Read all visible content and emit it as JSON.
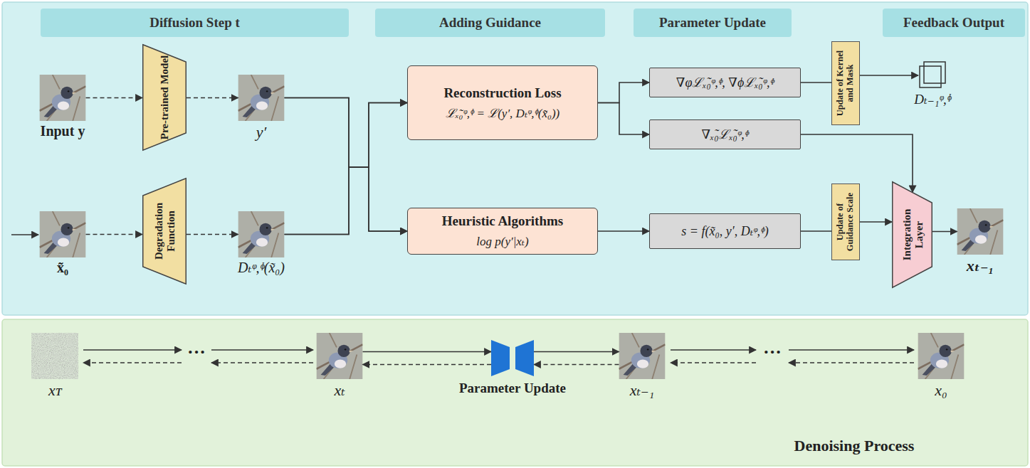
{
  "diagram": {
    "nodes": [
      {
        "text": [
          "Diffusion Step t"
        ]
      },
      {
        "text": [
          "Adding Guidance"
        ]
      },
      {
        "text": [
          "Parameter Update"
        ]
      },
      {
        "text": [
          "Feedback Output"
        ]
      },
      {
        "text": [
          "Input y"
        ]
      },
      {
        "text": [
          "Pre-trained Model"
        ]
      },
      {
        "text": [
          "y′"
        ]
      },
      {
        "text": [
          "Reconstruction Loss",
          "ℒₓ̃₀ᵠ,ᶲ = ℒ(y′, Dₜᵠ,ᶲ(x̃₀))"
        ]
      },
      {
        "text": [
          "∇φℒₓ̃₀ᵠ,ᶲ, ∇ϕℒₓ̃₀ᵠ,ᶲ"
        ]
      },
      {
        "text": [
          "Update of Kernel and Mask"
        ]
      },
      {
        "text": [
          "Dₜ₋₁ᵠ,ᶲ"
        ]
      },
      {
        "text": [
          "∇ₓ̃₀ℒₓ̃₀ᵠ,ᶲ"
        ]
      },
      {
        "text": [
          "x̃₀"
        ]
      },
      {
        "text": [
          "Degradation Function"
        ]
      },
      {
        "text": [
          "Dₜᵠ,ᶲ(x̃₀)"
        ]
      },
      {
        "text": [
          "Heuristic Algorithms",
          "log p(y′|xₜ)"
        ]
      },
      {
        "text": [
          "s = f(x̃₀, y′, Dₜᵠ,ᶲ)"
        ]
      },
      {
        "text": [
          "Update of Guidance Scale"
        ]
      },
      {
        "text": [
          "Integration Layer"
        ]
      },
      {
        "text": [
          "xₜ₋₁"
        ]
      },
      {
        "text": [
          "xᴛ"
        ]
      },
      {
        "text": [
          "xₜ"
        ]
      },
      {
        "text": [
          "Parameter Update"
        ]
      },
      {
        "text": [
          "xₜ₋₁"
        ]
      },
      {
        "text": [
          "x₀"
        ]
      }
    ],
    "edges": [
      {
        "from": 4,
        "to": 5,
        "arrow": "to"
      },
      {
        "from": 5,
        "to": 6,
        "arrow": "to"
      },
      {
        "from": 12,
        "to": 13,
        "arrow": "to"
      },
      {
        "from": 13,
        "to": 14,
        "arrow": "to"
      },
      {
        "from": 6,
        "to": 7,
        "arrow": "to"
      },
      {
        "from": 6,
        "to": 15,
        "arrow": "to"
      },
      {
        "from": 14,
        "to": 7,
        "arrow": "to"
      },
      {
        "from": 14,
        "to": 15,
        "arrow": "to"
      },
      {
        "from": 7,
        "to": 8,
        "arrow": "to"
      },
      {
        "from": 7,
        "to": 11,
        "arrow": "to"
      },
      {
        "from": 8,
        "to": 9,
        "arrow": "none"
      },
      {
        "from": 9,
        "to": 10,
        "arrow": "to"
      },
      {
        "from": 11,
        "to": 18,
        "arrow": "to"
      },
      {
        "from": 15,
        "to": 16,
        "arrow": "to"
      },
      {
        "from": 16,
        "to": 17,
        "arrow": "none"
      },
      {
        "from": 17,
        "to": 18,
        "arrow": "to"
      },
      {
        "from": 18,
        "to": 19,
        "arrow": "to"
      },
      {
        "from": 21,
        "to": 22,
        "arrow": "to"
      },
      {
        "from": 22,
        "to": 21,
        "arrow": "to"
      },
      {
        "from": 22,
        "to": 23,
        "arrow": "to"
      },
      {
        "from": 23,
        "to": 22,
        "arrow": "to"
      }
    ],
    "labels": [
      "···",
      "···",
      "Denoising Process"
    ]
  }
}
